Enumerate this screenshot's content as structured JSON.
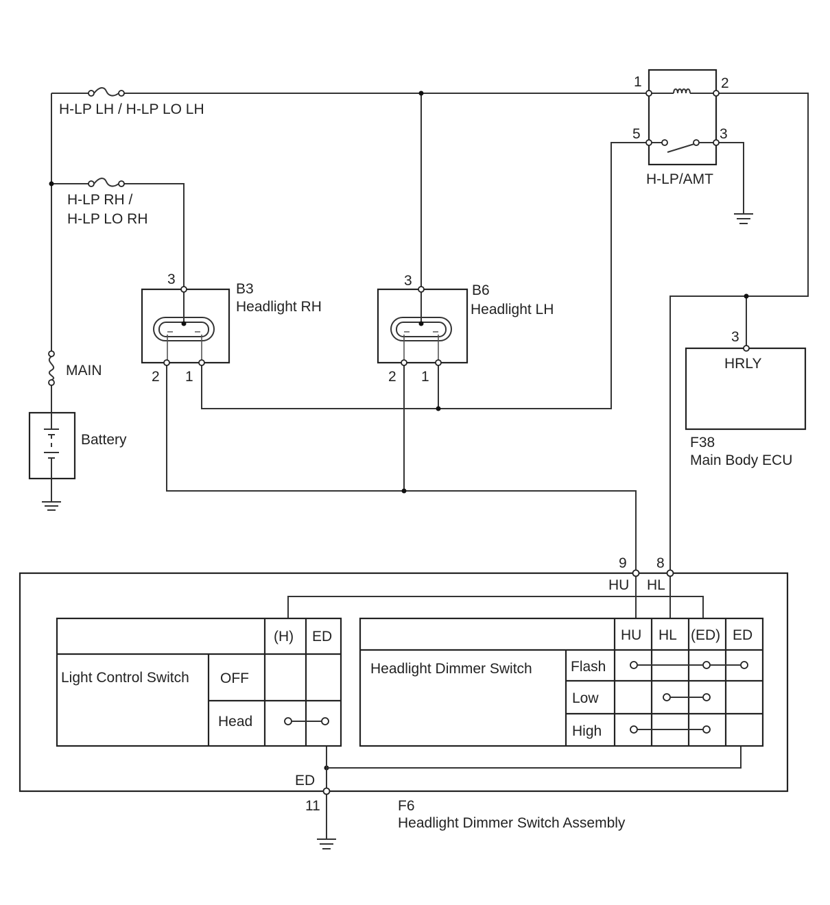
{
  "fuses": {
    "h_lp_lh": "H-LP LH / H-LP LO LH",
    "h_lp_rh_line1": "H-LP RH /",
    "h_lp_rh_line2": "H-LP LO RH",
    "main": "MAIN"
  },
  "battery": {
    "label": "Battery"
  },
  "relay": {
    "name": "H-LP/AMT",
    "pins": {
      "p1": "1",
      "p2": "2",
      "p3": "3",
      "p5": "5"
    }
  },
  "headlight_rh": {
    "code": "B3",
    "name": "Headlight RH",
    "pins": {
      "top": "3",
      "left": "2",
      "right": "1"
    }
  },
  "headlight_lh": {
    "code": "B6",
    "name": "Headlight LH",
    "pins": {
      "top": "3",
      "left": "2",
      "right": "1"
    }
  },
  "ecu": {
    "pin": "3",
    "terminal": "HRLY",
    "code": "F38",
    "name": "Main Body ECU"
  },
  "switch_assembly": {
    "code": "F6",
    "name": "Headlight Dimmer Switch Assembly",
    "pin9": "9",
    "pin9_name": "HU",
    "pin8": "8",
    "pin8_name": "HL",
    "pin11": "11",
    "pin11_name": "ED"
  },
  "light_control_table": {
    "title": "Light Control Switch",
    "col_h": "(H)",
    "col_ed": "ED",
    "row_off": "OFF",
    "row_head": "Head"
  },
  "dimmer_table": {
    "title": "Headlight Dimmer Switch",
    "col_hu": "HU",
    "col_hl": "HL",
    "col_ed_paren": "(ED)",
    "col_ed": "ED",
    "row_flash": "Flash",
    "row_low": "Low",
    "row_high": "High"
  }
}
